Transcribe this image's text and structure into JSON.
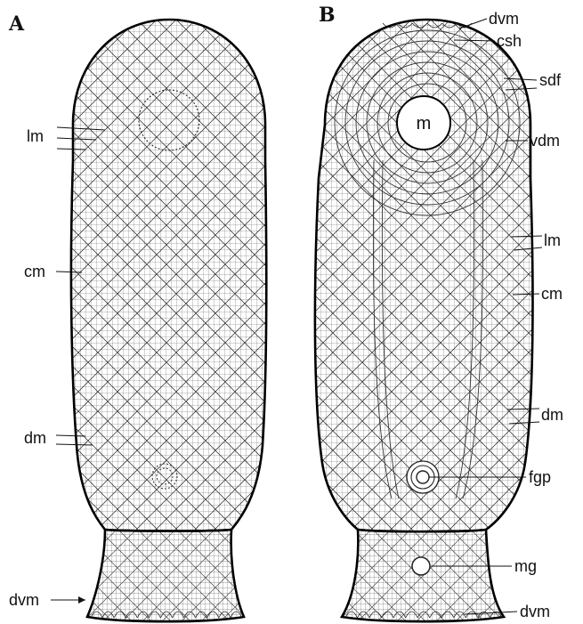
{
  "panels": [
    {
      "letter": "A",
      "labels": {
        "lm": "lm",
        "cm": "cm",
        "dm": "dm",
        "dvm": "dvm"
      }
    },
    {
      "letter": "B",
      "labels": {
        "dvm_top": "dvm",
        "csh": "csh",
        "sdf": "sdf",
        "m": "m",
        "vdm": "vdm",
        "lm": "lm",
        "cm": "cm",
        "dm": "dm",
        "fgp": "fgp",
        "mg": "mg",
        "dvm_bottom": "dvm"
      }
    }
  ],
  "colors": {
    "outline": "#000000",
    "mesh": "#222222",
    "background": "#ffffff"
  }
}
